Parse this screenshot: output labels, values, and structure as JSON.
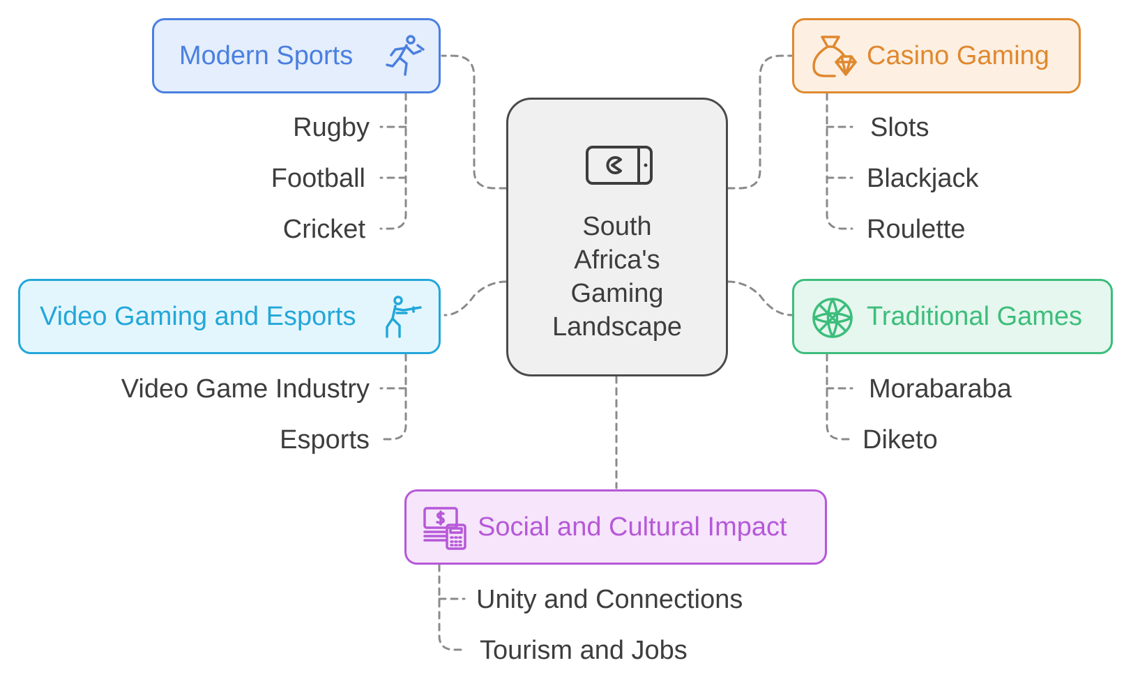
{
  "center": {
    "lines": [
      "South",
      "Africa's",
      "Gaming",
      "Landscape"
    ],
    "icon": "game-console-icon"
  },
  "categories": {
    "modern_sports": {
      "label": "Modern Sports",
      "icon": "running-person-icon",
      "color": "#4a7fe0",
      "bg": "#e4eefc",
      "items": [
        "Rugby",
        "Football",
        "Cricket"
      ]
    },
    "casino_gaming": {
      "label": "Casino Gaming",
      "icon": "money-bag-diamond-icon",
      "color": "#e0882f",
      "bg": "#fdf0e2",
      "items": [
        "Slots",
        "Blackjack",
        "Roulette"
      ]
    },
    "video_gaming": {
      "label": "Video Gaming and Esports",
      "icon": "shooter-player-icon",
      "color": "#22a7d9",
      "bg": "#e4f6fd",
      "items": [
        "Video Game Industry",
        "Esports"
      ]
    },
    "traditional_games": {
      "label": "Traditional Games",
      "icon": "woven-ball-icon",
      "color": "#3dbd7c",
      "bg": "#e5f7ee",
      "items": [
        "Morabaraba",
        "Diketo"
      ]
    },
    "social_impact": {
      "label": "Social and Cultural Impact",
      "icon": "money-calculator-icon",
      "color": "#b658d8",
      "bg": "#f6e5fb",
      "items": [
        "Unity and Connections",
        "Tourism and Jobs"
      ]
    }
  }
}
